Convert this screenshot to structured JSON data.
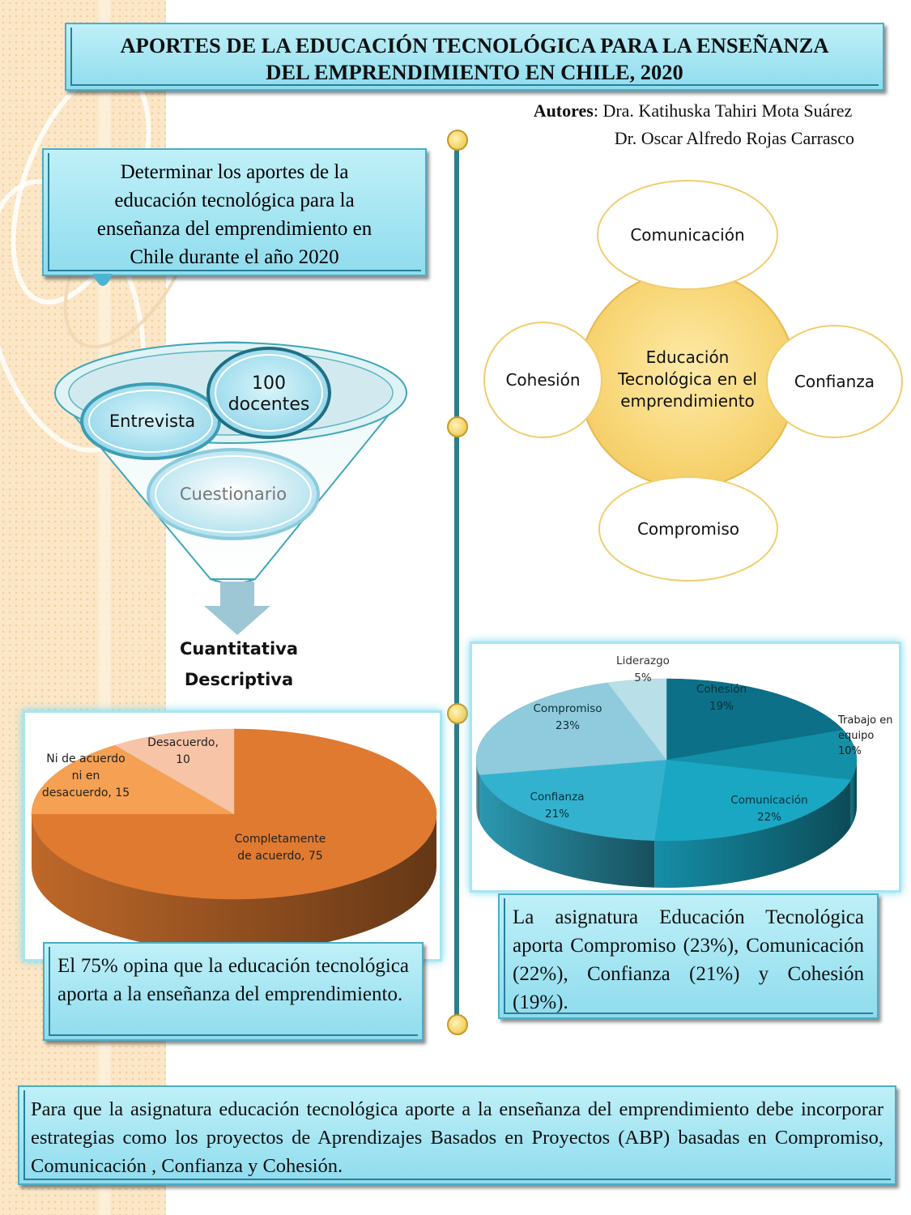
{
  "title": {
    "line1": "APORTES DE LA EDUCACIÓN TECNOLÓGICA PARA LA ENSEÑANZA",
    "line2": "DEL EMPRENDIMIENTO EN CHILE, 2020"
  },
  "authors": {
    "label": "Autores",
    "author1": ": Dra. Katihuska Tahiri Mota Suárez",
    "author2": "Dr.  Oscar Alfredo Rojas Carrasco"
  },
  "objective": {
    "line1": "Determinar los aportes de la",
    "line2": "educación tecnológica para la",
    "line3": "enseñanza del emprendimiento en",
    "line4": "Chile durante el año 2020"
  },
  "funnel": {
    "sample_line1": "100",
    "sample_line2": "docentes",
    "technique": "Entrevista",
    "instrument": "Cuestionario"
  },
  "method": {
    "line1": "Cuantitativa",
    "line2": "Descriptiva"
  },
  "values_diagram": {
    "center_line1": "Educación",
    "center_line2": "Tecnológica en el",
    "center_line3": "emprendimiento",
    "top": "Comunicación",
    "left": "Cohesión",
    "right": "Confianza",
    "bottom": "Compromiso"
  },
  "chart_data": [
    {
      "type": "pie",
      "style": "3d",
      "colors": [
        "#e07a30",
        "#f5a052",
        "#f7c4a8"
      ],
      "slices": [
        {
          "label": "Completamente de acuerdo",
          "value": 75,
          "display_line1": "Completamente",
          "display_line2": "de acuerdo, 75"
        },
        {
          "label": "Ni de acuerdo ni en desacuerdo",
          "value": 15,
          "display_line1": "Ni de acuerdo",
          "display_line2": "ni en",
          "display_line3": "desacuerdo, 15"
        },
        {
          "label": "Desacuerdo",
          "value": 10,
          "display_line1": "Desacuerdo,",
          "display_line2": "10"
        }
      ]
    },
    {
      "type": "pie",
      "style": "3d",
      "colors": [
        "#0b7088",
        "#1390a8",
        "#1aa7c4",
        "#33b2cf",
        "#8fcbdc",
        "#b9dfe8"
      ],
      "slices": [
        {
          "label": "Cohesión",
          "value": 19,
          "display": "19%"
        },
        {
          "label": "Trabajo en equipo",
          "value": 10,
          "display": "10%",
          "display_line1": "Trabajo en",
          "display_line2": "equipo"
        },
        {
          "label": "Comunicación",
          "value": 22,
          "display": "22%"
        },
        {
          "label": "Confianza",
          "value": 21,
          "display": "21%"
        },
        {
          "label": "Compromiso",
          "value": 23,
          "display": "23%"
        },
        {
          "label": "Liderazgo",
          "value": 5,
          "display": "5%"
        }
      ]
    }
  ],
  "result_left": "El 75% opina que la educación tecnológica aporta a la enseñanza del emprendimiento.",
  "result_right": "La asignatura Educación Tecnológica aporta Compromiso (23%), Comunicación (22%), Confianza (21%) y Cohesión (19%).",
  "conclusion": "Para que la asignatura educación tecnológica aporte a la enseñanza del emprendimiento debe incorporar estrategias como los proyectos de Aprendizajes Basados en Proyectos (ABP) basadas en Compromiso, Comunicación , Confianza y Cohesión."
}
